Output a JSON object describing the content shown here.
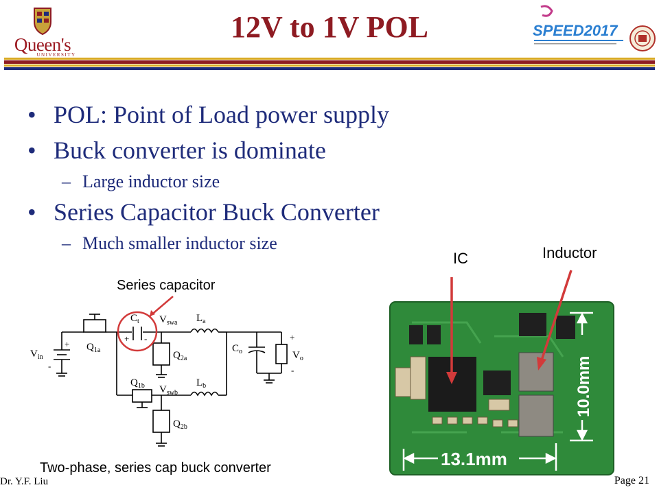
{
  "header": {
    "logo_text": "Queen's",
    "logo_sub": "UNIVERSITY",
    "title": "12V to 1V POL",
    "conference_logo": "SPEED2017"
  },
  "colors": {
    "title": "#8e1b22",
    "bullet_text": "#1e2b7a",
    "stripe_gold": "#d9a921",
    "stripe_red": "#8e1b22",
    "stripe_navy": "#1e2b7a",
    "pcb_green": "#2f8a3a",
    "annotation_red": "#d23a3a"
  },
  "bullets": [
    {
      "text": "POL: Point of Load power supply",
      "level": 1
    },
    {
      "text": "Buck converter is dominate",
      "level": 1
    },
    {
      "text": "Large inductor size",
      "level": 2
    },
    {
      "text": "Series Capacitor Buck Converter",
      "level": 1
    },
    {
      "text": "Much smaller inductor size",
      "level": 2
    }
  ],
  "bullet_marks": {
    "level1": "•",
    "level2": "–"
  },
  "circuit": {
    "series_capacitor_label": "Series capacitor",
    "caption": "Two-phase, series cap buck converter",
    "labels": {
      "vin": "V",
      "vin_sub": "in",
      "q1a": "Q",
      "q1a_sub": "1a",
      "ct": "C",
      "ct_sub": "t",
      "vswa": "V",
      "vswa_sub": "swa",
      "la": "L",
      "la_sub": "a",
      "q2a": "Q",
      "q2a_sub": "2a",
      "co": "C",
      "co_sub": "o",
      "vo": "V",
      "vo_sub": "o",
      "q1b": "Q",
      "q1b_sub": "1b",
      "vswb": "V",
      "vswb_sub": "swb",
      "lb": "L",
      "lb_sub": "b",
      "q2b": "Q",
      "q2b_sub": "2b",
      "plus": "+",
      "minus": "-"
    }
  },
  "board": {
    "ic_label": "IC",
    "inductor_label": "Inductor",
    "height_dim": "10.0mm",
    "width_dim": "13.1mm"
  },
  "footer": {
    "author": "Dr. Y.F. Liu",
    "page": "Page 21"
  }
}
